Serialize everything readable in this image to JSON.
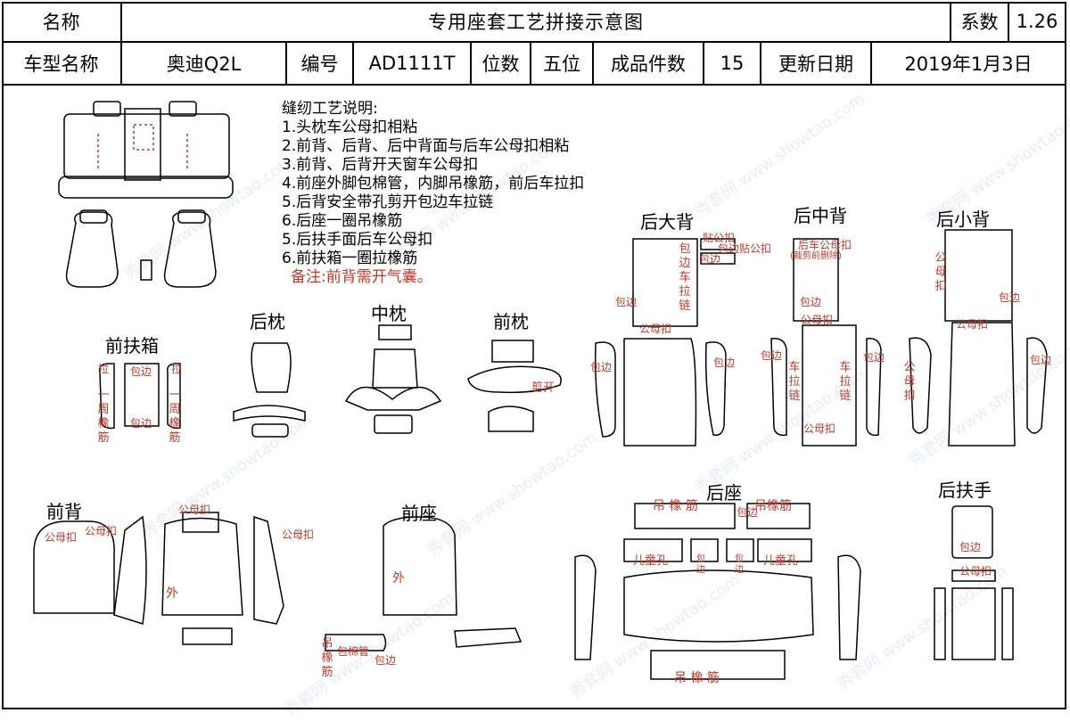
{
  "header": {
    "name_label": "名称",
    "title": "专用座套工艺拼接示意图",
    "coef_label": "系数",
    "coef_value": "1.26",
    "model_label": "车型名称",
    "model_value": "奥迪Q2L",
    "code_label": "编号",
    "code_value": "AD1111T",
    "seats_label": "位数",
    "seats_value": "五位",
    "pieces_label": "成品件数",
    "pieces_value": "15",
    "date_label": "更新日期",
    "date_value": "2019年1月3日"
  },
  "notes": {
    "heading": "缝纫工艺说明:",
    "lines": [
      "1.头枕车公母扣相粘",
      "2.前背、后背、后中背面与后车公母扣相粘",
      "3.前背、后背开天窗车公母扣",
      "4.前座外脚包棉管，内脚吊橡筋，前后车拉扣",
      "5.后背安全带孔剪开包边车拉链",
      "6.后座一圈吊橡筋",
      "5.后扶手面后车公母扣",
      "6.前扶箱一圈拉橡筋"
    ],
    "remark": "备注:前背需开气囊。"
  },
  "sections": {
    "front_box": "前扶箱",
    "rear_pillow": "后枕",
    "mid_pillow": "中枕",
    "front_pillow": "前枕",
    "rear_big_back": "后大背",
    "rear_mid_back": "后中背",
    "rear_small_back": "后小背",
    "front_back": "前背",
    "front_seat": "前座",
    "rear_seat": "后座",
    "rear_armrest": "后扶手"
  },
  "labels": {
    "pull": "拉",
    "circle_rubber": "一周橡筋",
    "binding": "包边",
    "cut_open": "剪开",
    "snap_stick": "贴公扣",
    "binding_stick": "包边贴公扣",
    "binding_zipper": "包边车拉链",
    "snap": "公母扣",
    "snap_car_zip": "车拉链",
    "rear_snap": "后车公母扣",
    "cut_before_remove": "(裁剪前删除)",
    "outer": "外",
    "cotton_binding": "包棉管",
    "hang_rubber": "吊橡筋",
    "hang_rubber_spaced": "吊   橡   筋",
    "child_hole": "儿童孔",
    "watermark": "秀套网 www.showtao.com"
  },
  "colors": {
    "line": "#000000",
    "annotation": "#c0392b",
    "watermark": "#5a96d2"
  }
}
